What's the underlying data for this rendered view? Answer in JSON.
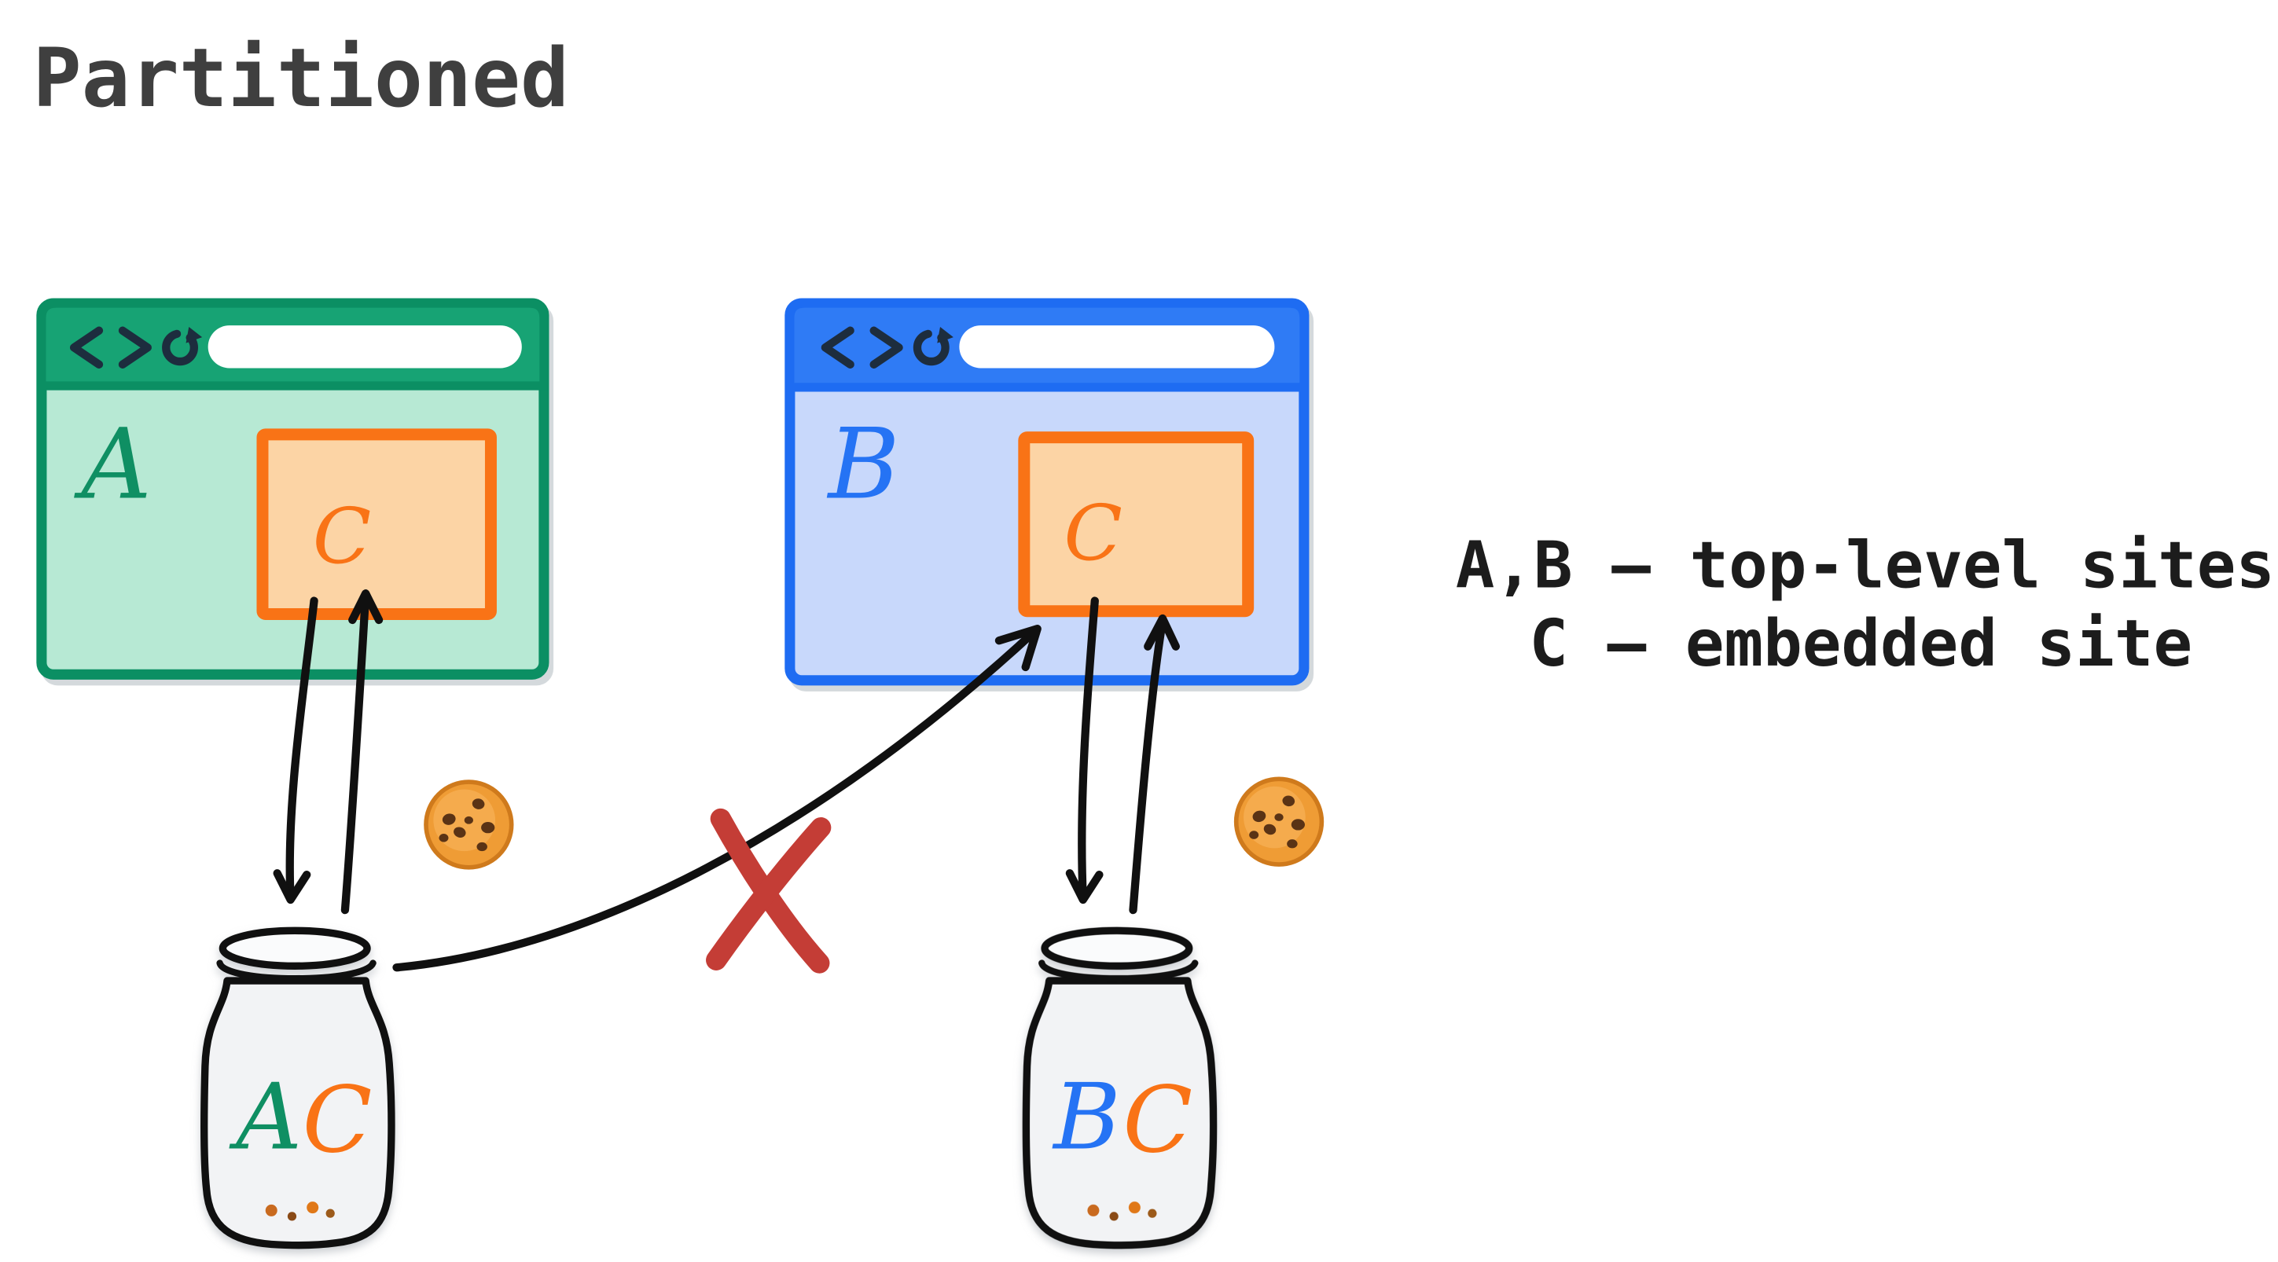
{
  "title": "Partitioned",
  "legend": {
    "line1": "A,B — top-level sites",
    "line2": "C — embedded site"
  },
  "windows": {
    "a": {
      "label": "A",
      "iframe_label": "C"
    },
    "b": {
      "label": "B",
      "iframe_label": "C"
    }
  },
  "jars": {
    "left": {
      "letters": [
        "A",
        "C"
      ]
    },
    "right": {
      "letters": [
        "B",
        "C"
      ]
    }
  },
  "icons": {
    "back": "back-icon",
    "forward": "forward-icon",
    "reload": "reload-icon",
    "cookie": "cookie-icon",
    "blocked": "blocked-x-icon"
  },
  "colors": {
    "title_color": "#3f3f3f",
    "text_color": "#1c1c1c",
    "ink": "#101010",
    "icon_ink": "#1d2d3e",
    "green_border": "#0b8f63",
    "green_header": "#17a374",
    "green_body": "#b7e9d4",
    "green_letter": "#0f8f63",
    "blue_border": "#1e6cf2",
    "blue_header": "#2f7bf5",
    "blue_body": "#c8d8fb",
    "blue_letter": "#2573f4",
    "orange": "#f97316",
    "orange_fill": "#fcd4a5",
    "red_x": "#c43d36",
    "jar_fill": "#f2f3f5",
    "cookie_base": "#ef9c35",
    "cookie_light": "#f7b055",
    "cookie_edge": "#cf7a1c",
    "chip": "#5a3315"
  }
}
